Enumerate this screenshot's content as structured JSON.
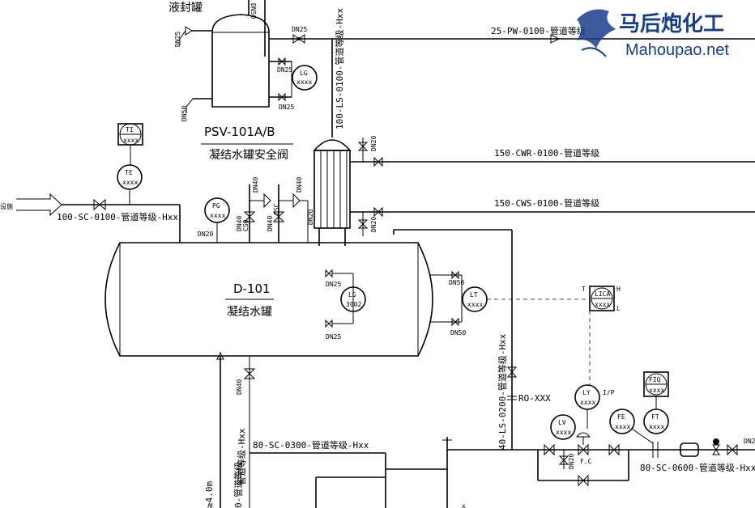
{
  "watermark": {
    "cn": "马后炮化工",
    "en": "Mahoupao.net"
  },
  "equipment": {
    "seal_tank": "液封罐",
    "vessel_tag": "D-101",
    "vessel_name": "凝结水罐",
    "psv_tag": "PSV-101A/B",
    "psv_name": "凝结水罐安全阀"
  },
  "lines": {
    "pw": "25-PW-0100-管道等级",
    "cwr": "150-CWR-0100-管道等级",
    "cws": "150-CWS-0100-管道等级",
    "sc100": "100-SC-0100-管道等级-Hxx",
    "ls100": "100-LS-0100-管道等级-Hxx",
    "sc300": "80-SC-0300-管道等级-Hxx",
    "ls200": "40-LS-0200-管道等级-Hxx",
    "sc600": "80-SC-0600-管道等级-Hxx",
    "left_vert": "管道等级-Hxx",
    "left_elev": "0-管道等级",
    "elev": "≥4.0m",
    "inlet": "设施",
    "ro": "RO-XXX"
  },
  "sizes": {
    "dn25": "DN25",
    "dn50": "DN50",
    "dn20": "DN20",
    "dn40": "DN40",
    "dn2": "DN2",
    "cso": "CSO",
    "csc": "CSC"
  },
  "instruments": {
    "ti": {
      "tag": "TI",
      "no": "xxxx"
    },
    "te": {
      "tag": "TE",
      "no": "xxxx"
    },
    "pg": {
      "tag": "PG",
      "no": "xxxx"
    },
    "lg_top": {
      "tag": "LG",
      "no": "xxxx"
    },
    "lg_vessel": {
      "tag": "LG",
      "no": "3002"
    },
    "lt": {
      "tag": "LT",
      "no": "xxxx"
    },
    "lica": {
      "tag": "LICA",
      "no": "xxxx",
      "h": "H",
      "l": "L",
      "t": "T"
    },
    "ly": {
      "tag": "LY",
      "no": "xxxx",
      "ip": "I/P"
    },
    "lv": {
      "tag": "LV",
      "no": "xxxx"
    },
    "fe": {
      "tag": "FE",
      "no": "xxxx"
    },
    "ft": {
      "tag": "FT",
      "no": "xxxx"
    },
    "fiq": {
      "tag": "FIQ",
      "no": "xxxx"
    },
    "fc": "F.C",
    "x": "x"
  }
}
